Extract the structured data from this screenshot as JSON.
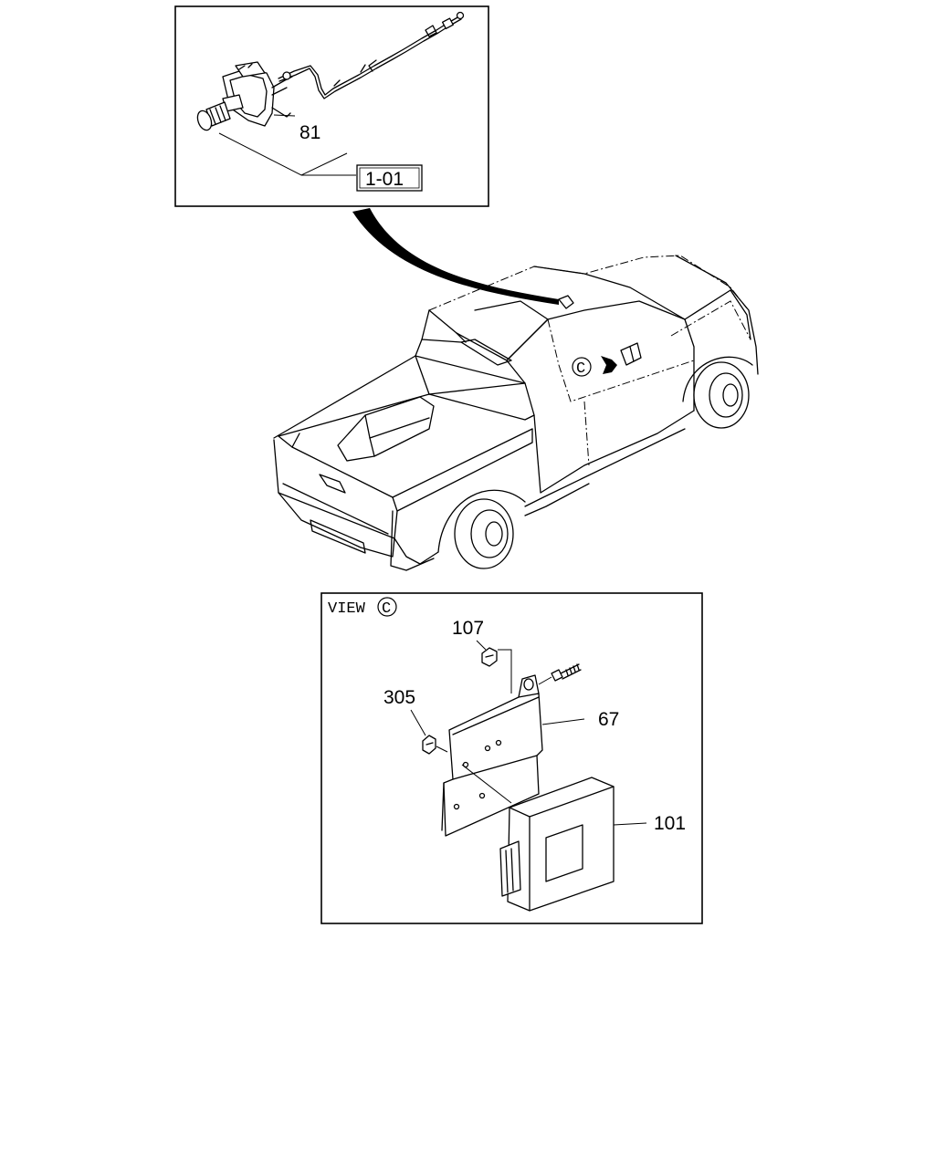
{
  "callouts": {
    "part_81": "81",
    "ref_101": "1-01",
    "part_107": "107",
    "part_305": "305",
    "part_67": "67",
    "part_101": "101"
  },
  "view": {
    "title": "VIEW",
    "marker": "C"
  },
  "truck": {
    "view_marker": "C"
  }
}
